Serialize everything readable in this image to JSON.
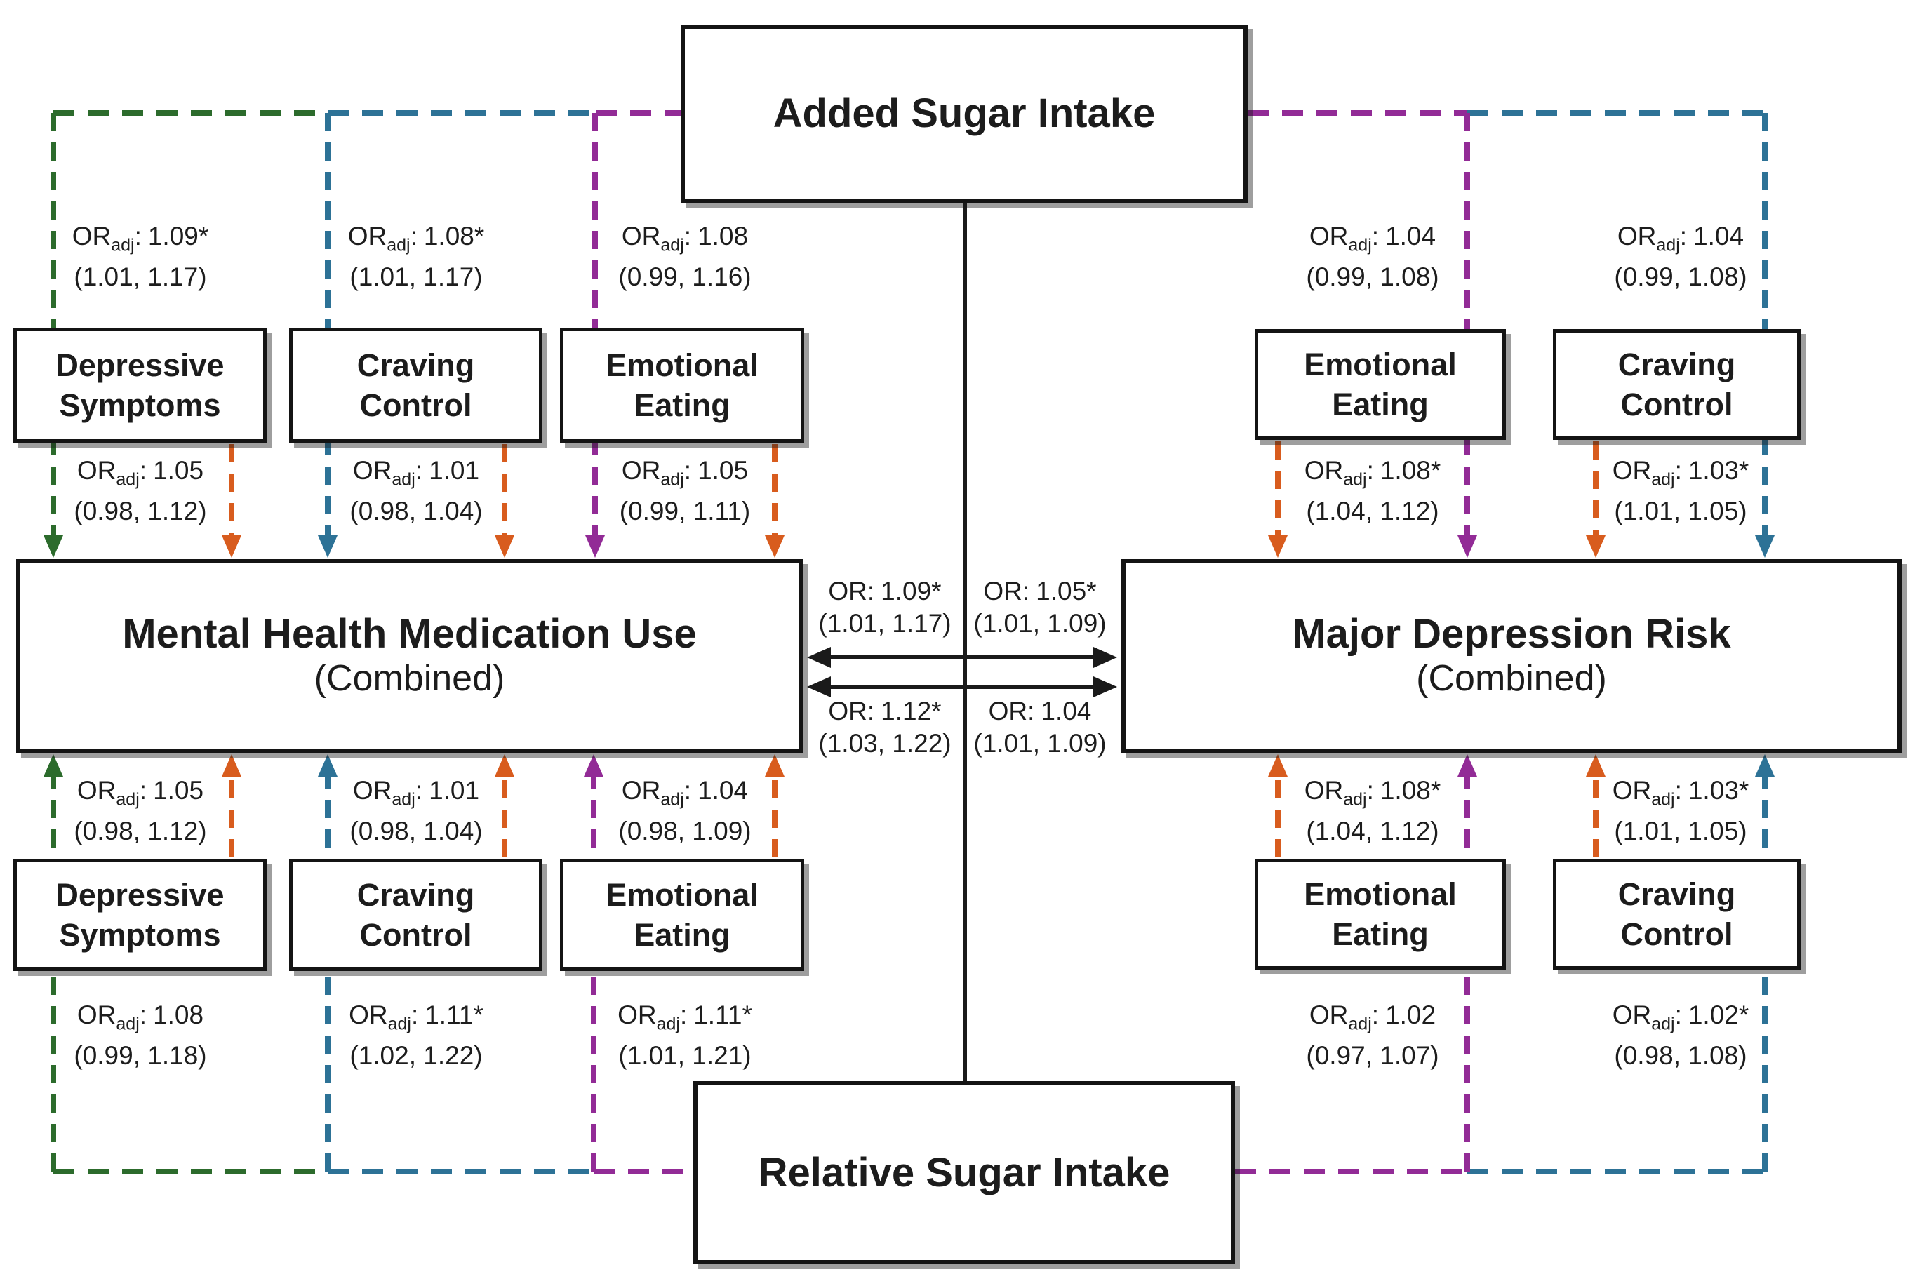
{
  "colors": {
    "green": "#2c6b2c",
    "blue": "#2d7296",
    "purple": "#922b96",
    "orange": "#d85c1e",
    "black": "#1a1a1a"
  },
  "labels": {
    "or_prefix": "OR",
    "adj_sub": "adj",
    "colon": ":"
  },
  "boxes": {
    "added_sugar": {
      "label": "Added Sugar Intake"
    },
    "relative_sugar": {
      "label": "Relative Sugar Intake"
    },
    "mhmu": {
      "label": "Mental Health Medication Use",
      "sublabel": "(Combined)"
    },
    "mdr": {
      "label": "Major Depression Risk",
      "sublabel": "(Combined)"
    },
    "mediators_top_left": [
      "Depressive Symptoms",
      "Craving Control",
      "Emotional Eating"
    ],
    "mediators_top_right": [
      "Emotional Eating",
      "Craving Control"
    ],
    "mediators_bottom_left": [
      "Depressive Symptoms",
      "Craving Control",
      "Emotional Eating"
    ],
    "mediators_bottom_right": [
      "Emotional Eating",
      "Craving Control"
    ]
  },
  "paths": {
    "added_to_left_mediators": [
      {
        "or": "1.09*",
        "ci": "(1.01, 1.17)"
      },
      {
        "or": "1.08*",
        "ci": "(1.01, 1.17)"
      },
      {
        "or": "1.08",
        "ci": "(0.99, 1.16)"
      }
    ],
    "left_mediators_to_mhmu_top": [
      {
        "or": "1.05",
        "ci": "(0.98, 1.12)"
      },
      {
        "or": "1.01",
        "ci": "(0.98, 1.04)"
      },
      {
        "or": "1.05",
        "ci": "(0.99, 1.11)"
      }
    ],
    "added_to_right_mediators": [
      {
        "or": "1.04",
        "ci": "(0.99, 1.08)"
      },
      {
        "or": "1.04",
        "ci": "(0.99, 1.08)"
      }
    ],
    "right_mediators_to_mdr_top": [
      {
        "or": "1.08*",
        "ci": "(1.04, 1.12)"
      },
      {
        "or": "1.03*",
        "ci": "(1.01, 1.05)"
      }
    ],
    "left_mediators_to_mhmu_bottom": [
      {
        "or": "1.05",
        "ci": "(0.98, 1.12)"
      },
      {
        "or": "1.01",
        "ci": "(0.98, 1.04)"
      },
      {
        "or": "1.04",
        "ci": "(0.98, 1.09)"
      }
    ],
    "relative_to_left_mediators": [
      {
        "or": "1.08",
        "ci": "(0.99, 1.18)"
      },
      {
        "or": "1.11*",
        "ci": "(1.02, 1.22)"
      },
      {
        "or": "1.11*",
        "ci": "(1.01, 1.21)"
      }
    ],
    "right_mediators_to_mdr_bottom": [
      {
        "or": "1.08*",
        "ci": "(1.04, 1.12)"
      },
      {
        "or": "1.03*",
        "ci": "(1.01, 1.05)"
      }
    ],
    "relative_to_right_mediators": [
      {
        "or": "1.02",
        "ci": "(0.97, 1.07)"
      },
      {
        "or": "1.02*",
        "ci": "(0.98, 1.08)"
      }
    ],
    "direct": {
      "added_mhmu": {
        "or": "1.09*",
        "ci": "(1.01, 1.17)"
      },
      "added_mdr": {
        "or": "1.05*",
        "ci": "(1.01, 1.09)"
      },
      "relative_mhmu": {
        "or": "1.12*",
        "ci": "(1.03, 1.22)"
      },
      "relative_mdr": {
        "or": "1.04",
        "ci": "(1.01, 1.09)"
      }
    }
  }
}
